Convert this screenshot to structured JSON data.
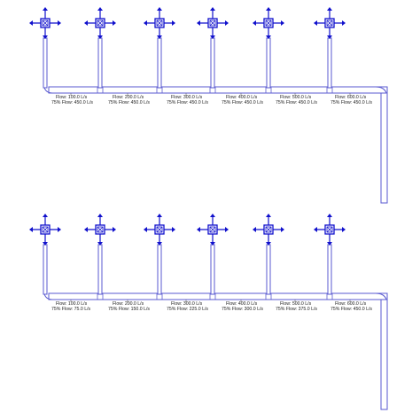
{
  "colors": {
    "pipe": "#5a5ad0",
    "pipe_fill": "#ffffff",
    "terminal": "#1010cc",
    "text": "#222222"
  },
  "icon": "air-terminal-icon",
  "systems": [
    {
      "name": "upper",
      "terminals": [
        {
          "flow": "Flow: 100.0 L/s",
          "flow75": "75% Flow: 450.0 L/s"
        },
        {
          "flow": "Flow: 200.0 L/s",
          "flow75": "75% Flow: 450.0 L/s"
        },
        {
          "flow": "Flow: 300.0 L/s",
          "flow75": "75% Flow: 450.0 L/s"
        },
        {
          "flow": "Flow: 400.0 L/s",
          "flow75": "75% Flow: 450.0 L/s"
        },
        {
          "flow": "Flow: 500.0 L/s",
          "flow75": "75% Flow: 450.0 L/s"
        },
        {
          "flow": "Flow: 600.0 L/s",
          "flow75": "75% Flow: 450.0 L/s"
        }
      ]
    },
    {
      "name": "lower",
      "terminals": [
        {
          "flow": "Flow: 100.0 L/s",
          "flow75": "75% Flow: 75.0 L/s"
        },
        {
          "flow": "Flow: 200.0 L/s",
          "flow75": "75% Flow: 150.0 L/s"
        },
        {
          "flow": "Flow: 300.0 L/s",
          "flow75": "75% Flow: 225.0 L/s"
        },
        {
          "flow": "Flow: 400.0 L/s",
          "flow75": "75% Flow: 300.0 L/s"
        },
        {
          "flow": "Flow: 500.0 L/s",
          "flow75": "75% Flow: 375.0 L/s"
        },
        {
          "flow": "Flow: 600.0 L/s",
          "flow75": "75% Flow: 450.0 L/s"
        }
      ]
    }
  ]
}
